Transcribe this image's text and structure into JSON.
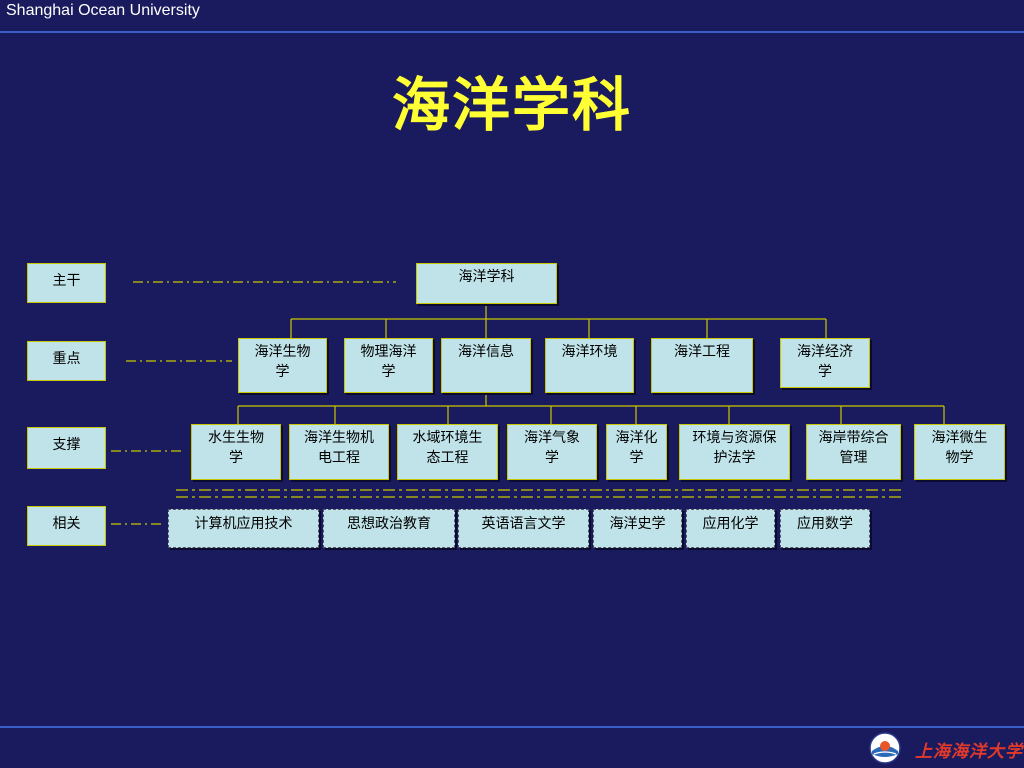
{
  "header": {
    "university": "Shanghai Ocean University"
  },
  "title": "海洋学科",
  "levels": {
    "main": "主干",
    "key": "重点",
    "support": "支撑",
    "related": "相关"
  },
  "root": "海洋学科",
  "key_disciplines": [
    [
      "海洋生物",
      "学"
    ],
    [
      "物理海洋",
      "学"
    ],
    [
      "海洋信息",
      ""
    ],
    [
      "海洋环境",
      ""
    ],
    [
      "海洋工程",
      ""
    ],
    [
      "海洋经济",
      "学"
    ]
  ],
  "support_disciplines": [
    [
      "水生生物",
      "学"
    ],
    [
      "海洋生物机",
      "电工程"
    ],
    [
      "水域环境生",
      "态工程"
    ],
    [
      "海洋气象",
      "学"
    ],
    [
      "海洋化",
      "学"
    ],
    [
      "环境与资源保",
      "护法学"
    ],
    [
      "海岸带综合",
      "管理"
    ],
    [
      "海洋微生",
      "物学"
    ]
  ],
  "related_disciplines": [
    "计算机应用技术",
    "思想政治教育",
    "英语语言文学",
    "海洋史学",
    "应用化学",
    "应用数学"
  ],
  "logo": {
    "text": "上海海洋大学",
    "icon": "university-seal-icon"
  },
  "colors": {
    "background": "#1a1a5e",
    "title": "#ffff33",
    "box": "#bfe3e8",
    "connector": "#c8c800"
  }
}
